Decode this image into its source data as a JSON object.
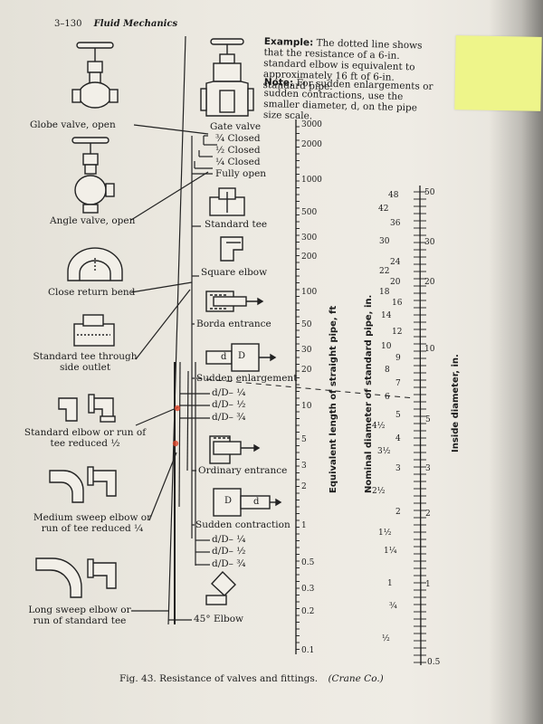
{
  "header": {
    "page_number": "3–130",
    "section": "Fluid Mechanics"
  },
  "example": {
    "heading": "Example:",
    "text": "The dotted line shows that the resistance of a 6-in. standard elbow is equivalent to approximately 16 ft of 6-in. standard pipe."
  },
  "note": {
    "heading": "Note:",
    "text": "For sudden enlargements or sudden contractions, use the smaller diameter, d, on the pipe size scale."
  },
  "left_fittings": [
    "Globe valve, open",
    "Angle valve, open",
    "Close return bend",
    "Standard tee through side outlet",
    "Standard elbow or run of tee reduced ½",
    "Medium sweep elbow or run of tee reduced ¼",
    "Long sweep elbow or run of standard tee"
  ],
  "right_fittings": {
    "gate_valve": "Gate valve",
    "gate_states": [
      "¾ Closed",
      "½ Closed",
      "¼ Closed",
      "Fully open"
    ],
    "standard_tee": "Standard tee",
    "square_elbow": "Square elbow",
    "borda": "Borda entrance",
    "sudden_enlargement": "Sudden enlargement",
    "enlargement_ratios": [
      "d/D– ¼",
      "d/D– ½",
      "d/D– ¾"
    ],
    "ordinary_entrance": "Ordinary entrance",
    "sudden_contraction": "Sudden contraction",
    "contraction_ratios": [
      "d/D– ¼",
      "d/D– ½",
      "d/D– ¾"
    ],
    "elbow45": "45° Elbow",
    "icon_d": "d",
    "icon_D": "D"
  },
  "scales": {
    "equivalent_length": {
      "label": "Equivalent length of straight pipe, ft",
      "ticks": [
        "3000",
        "2000",
        "1000",
        "500",
        "300",
        "200",
        "100",
        "50",
        "30",
        "20",
        "10",
        "5",
        "3",
        "2",
        "1",
        "0.5",
        "0.3",
        "0.2",
        "0.1"
      ]
    },
    "nominal_diameter": {
      "label": "Nominal diameter of standard pipe, in.",
      "ticks": [
        "48",
        "42",
        "36",
        "30",
        "24",
        "22",
        "20",
        "18",
        "16",
        "14",
        "12",
        "10",
        "9",
        "8",
        "7",
        "6",
        "5",
        "4½",
        "4",
        "3½",
        "3",
        "2½",
        "2",
        "1½",
        "1¼",
        "1",
        "¾",
        "½"
      ]
    },
    "inside_diameter": {
      "label": "Inside diameter, in.",
      "ticks": [
        "50",
        "30",
        "20",
        "10",
        "5",
        "3",
        "2",
        "1",
        "0.5"
      ]
    }
  },
  "caption": {
    "fig": "Fig. 43.",
    "text": "Resistance of valves and fittings.",
    "source": "(Crane Co.)"
  }
}
